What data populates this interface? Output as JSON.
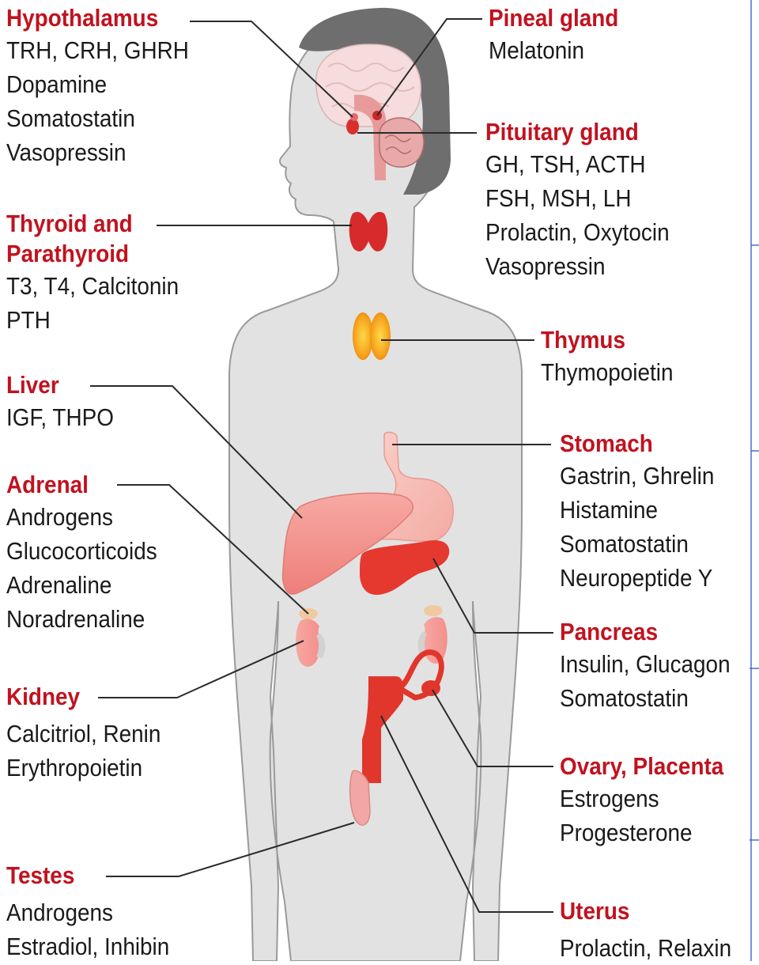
{
  "colors": {
    "title": "#c1121f",
    "text": "#1a1a1a",
    "body": "#e2e2e2",
    "body_outline": "#9a9a9a",
    "hair": "#6e6e6e",
    "leader": "#2b2b2b",
    "edge": "#3f63c8"
  },
  "labels": {
    "hypothalamus": {
      "title": "Hypothalamus",
      "lines": [
        "TRH, CRH, GHRH",
        "Dopamine",
        "Somatostatin",
        "Vasopressin"
      ]
    },
    "thyroid": {
      "title_lines": [
        "Thyroid and",
        "Parathyroid"
      ],
      "lines": [
        "T3, T4, Calcitonin",
        "PTH"
      ]
    },
    "liver": {
      "title": "Liver",
      "lines": [
        "IGF, THPO"
      ]
    },
    "adrenal": {
      "title": "Adrenal",
      "lines": [
        "Androgens",
        "Glucocorticoids",
        "Adrenaline",
        "Noradrenaline"
      ]
    },
    "kidney": {
      "title": "Kidney",
      "lines": [
        "Calcitriol, Renin",
        "Erythropoietin"
      ]
    },
    "testes": {
      "title": "Testes",
      "lines": [
        "Androgens",
        "Estradiol, Inhibin"
      ]
    },
    "pineal": {
      "title": "Pineal gland",
      "lines": [
        "Melatonin"
      ]
    },
    "pituitary": {
      "title": "Pituitary gland",
      "lines": [
        "GH, TSH, ACTH",
        "FSH, MSH, LH",
        "Prolactin, Oxytocin",
        "Vasopressin"
      ]
    },
    "thymus": {
      "title": "Thymus",
      "lines": [
        "Thymopoietin"
      ]
    },
    "stomach": {
      "title": "Stomach",
      "lines": [
        "Gastrin, Ghrelin",
        "Histamine",
        "Somatostatin",
        "Neuropeptide Y"
      ]
    },
    "pancreas": {
      "title": "Pancreas",
      "lines": [
        "Insulin, Glucagon",
        "Somatostatin"
      ]
    },
    "ovary": {
      "title": "Ovary, Placenta",
      "lines": [
        "Estrogens",
        "Progesterone"
      ]
    },
    "uterus": {
      "title": "Uterus",
      "lines": [
        "Prolactin, Relaxin"
      ]
    }
  }
}
